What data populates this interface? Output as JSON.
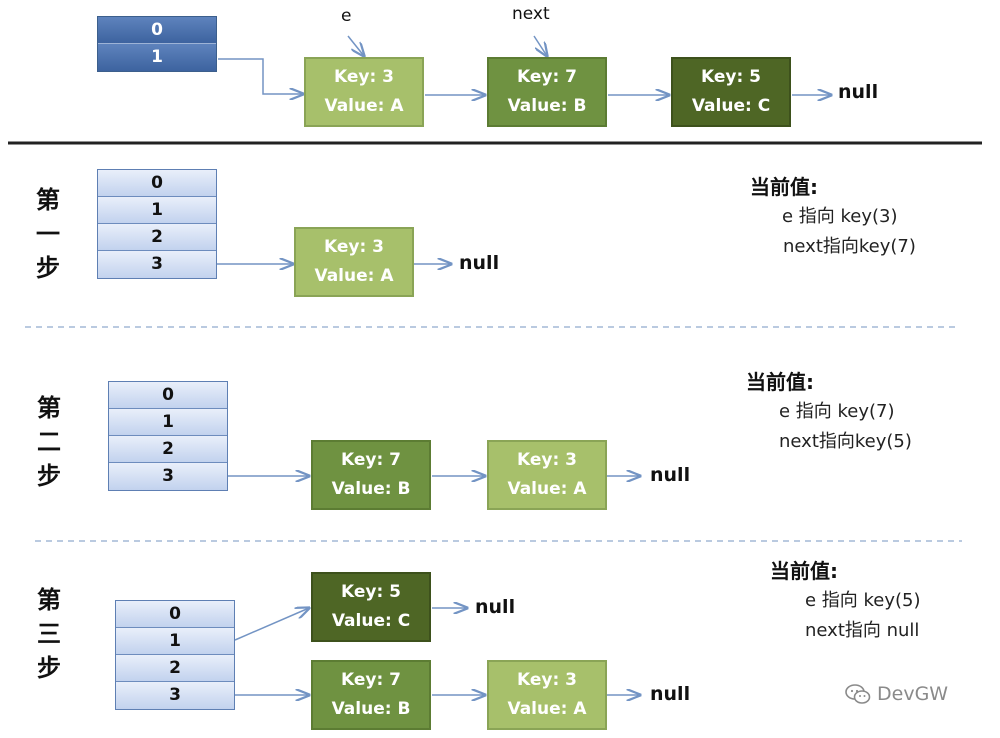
{
  "colors": {
    "bucket_dark": "#4a70ad",
    "bucket_light": "#d6e1f4",
    "node_light": "#a7c06b",
    "node_mid": "#6f9241",
    "node_dark": "#4e6625",
    "arrow": "#7394c4",
    "divider": "#222222",
    "dashed": "#a3b8d6"
  },
  "top": {
    "buckets": [
      "0",
      "1"
    ],
    "pointers": {
      "e": "e",
      "next": "next"
    },
    "nodes": [
      {
        "key": "Key: 3",
        "value": "Value: A"
      },
      {
        "key": "Key: 7",
        "value": "Value: B"
      },
      {
        "key": "Key: 5",
        "value": "Value: C"
      }
    ],
    "null_label": "null"
  },
  "steps": [
    {
      "label": [
        "第",
        "一",
        "步"
      ],
      "buckets": [
        "0",
        "1",
        "2",
        "3"
      ],
      "nodes": [
        {
          "key": "Key: 3",
          "value": "Value: A"
        }
      ],
      "null_label": "null",
      "info_heading": "当前值:",
      "info_lines": [
        "e 指向 key(3)",
        "next指向key(7)"
      ]
    },
    {
      "label": [
        "第",
        "二",
        "步"
      ],
      "buckets": [
        "0",
        "1",
        "2",
        "3"
      ],
      "nodes": [
        {
          "key": "Key: 7",
          "value": "Value: B"
        },
        {
          "key": "Key: 3",
          "value": "Value: A"
        }
      ],
      "null_label": "null",
      "info_heading": "当前值:",
      "info_lines": [
        "e 指向 key(7)",
        "next指向key(5)"
      ]
    },
    {
      "label": [
        "第",
        "三",
        "步"
      ],
      "buckets": [
        "0",
        "1",
        "2",
        "3"
      ],
      "nodes": [
        {
          "key": "Key: 5",
          "value": "Value: C"
        },
        {
          "key": "Key: 7",
          "value": "Value: B"
        },
        {
          "key": "Key: 3",
          "value": "Value: A"
        }
      ],
      "null_labels": [
        "null",
        "null"
      ],
      "info_heading": "当前值:",
      "info_lines": [
        "e 指向 key(5)",
        "next指向 null"
      ]
    }
  ],
  "watermark": {
    "icon": "wechat-icon",
    "text": "DevGW"
  }
}
